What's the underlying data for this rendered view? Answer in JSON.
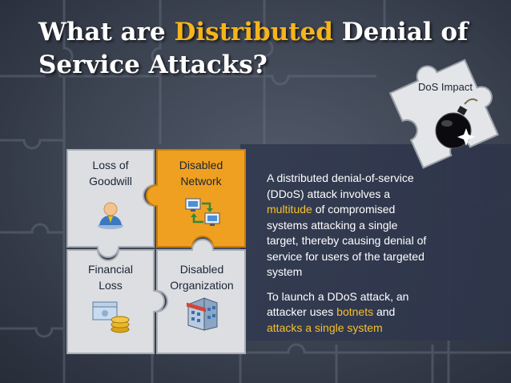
{
  "slide": {
    "title_part1": "What are ",
    "title_highlight": "Distributed",
    "title_part2": " Denial of Service Attacks?",
    "accent_color": "#f6b41c"
  },
  "dos_piece": {
    "label": "DoS Impact",
    "icon": "bomb-icon"
  },
  "pieces": [
    {
      "label": "Loss of\nGoodwill",
      "icon": "user-icon",
      "color": "#dcdee2"
    },
    {
      "label": "Disabled\nNetwork",
      "icon": "network-icon",
      "color": "#f0a020"
    },
    {
      "label": "Financial\nLoss",
      "icon": "money-icon",
      "color": "#dcdee2"
    },
    {
      "label": "Disabled\nOrganization",
      "icon": "building-icon",
      "color": "#dcdee2"
    }
  ],
  "description": {
    "p1_a": "A distributed denial-of-service (DDoS) attack involves a ",
    "p1_highlight": "multitude",
    "p1_b": " of compromised systems attacking a single target, thereby causing denial of service for users of the targeted system",
    "p2_a": "To launch a DDoS attack, an attacker uses ",
    "p2_highlight1": "botnets",
    "p2_b": " and ",
    "p2_highlight2": "attacks a single system"
  }
}
